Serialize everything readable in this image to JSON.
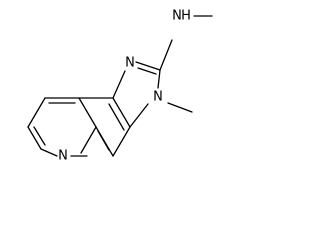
{
  "molecule": {
    "atoms": {
      "amine_nitrogen": "N",
      "amine_hydrogen": "H",
      "imidazole_nitrogen_double": "N",
      "imidazole_nitrogen_methyl": "N",
      "pyridine_nitrogen": "N"
    },
    "colors": {
      "bond": "#000000",
      "label": "#000000",
      "background": "#ffffff"
    }
  }
}
